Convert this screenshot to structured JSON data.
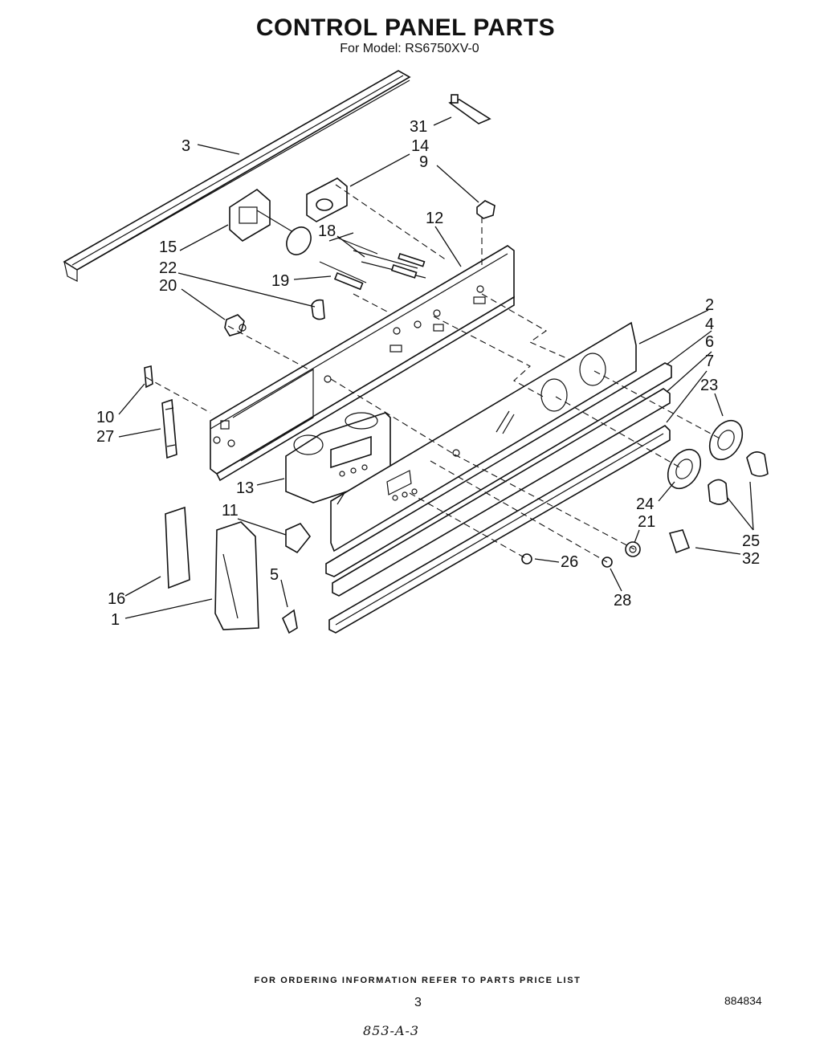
{
  "header": {
    "title": "CONTROL PANEL PARTS",
    "model_line": "For Model: RS6750XV-0"
  },
  "callouts": {
    "c1": "1",
    "c2": "2",
    "c3": "3",
    "c4": "4",
    "c5": "5",
    "c6": "6",
    "c7": "7",
    "c9": "9",
    "c10": "10",
    "c11": "11",
    "c12": "12",
    "c13": "13",
    "c14": "14",
    "c15": "15",
    "c16": "16",
    "c18": "18",
    "c19": "19",
    "c20": "20",
    "c21": "21",
    "c22": "22",
    "c23": "23",
    "c24": "24",
    "c25": "25",
    "c26": "26",
    "c27": "27",
    "c28": "28",
    "c31": "31",
    "c32": "32"
  },
  "footer": {
    "ordering_note": "FOR ORDERING INFORMATION REFER TO PARTS PRICE LIST",
    "page_number": "3",
    "document_number": "884834",
    "handwritten_code": "853-A-3"
  }
}
